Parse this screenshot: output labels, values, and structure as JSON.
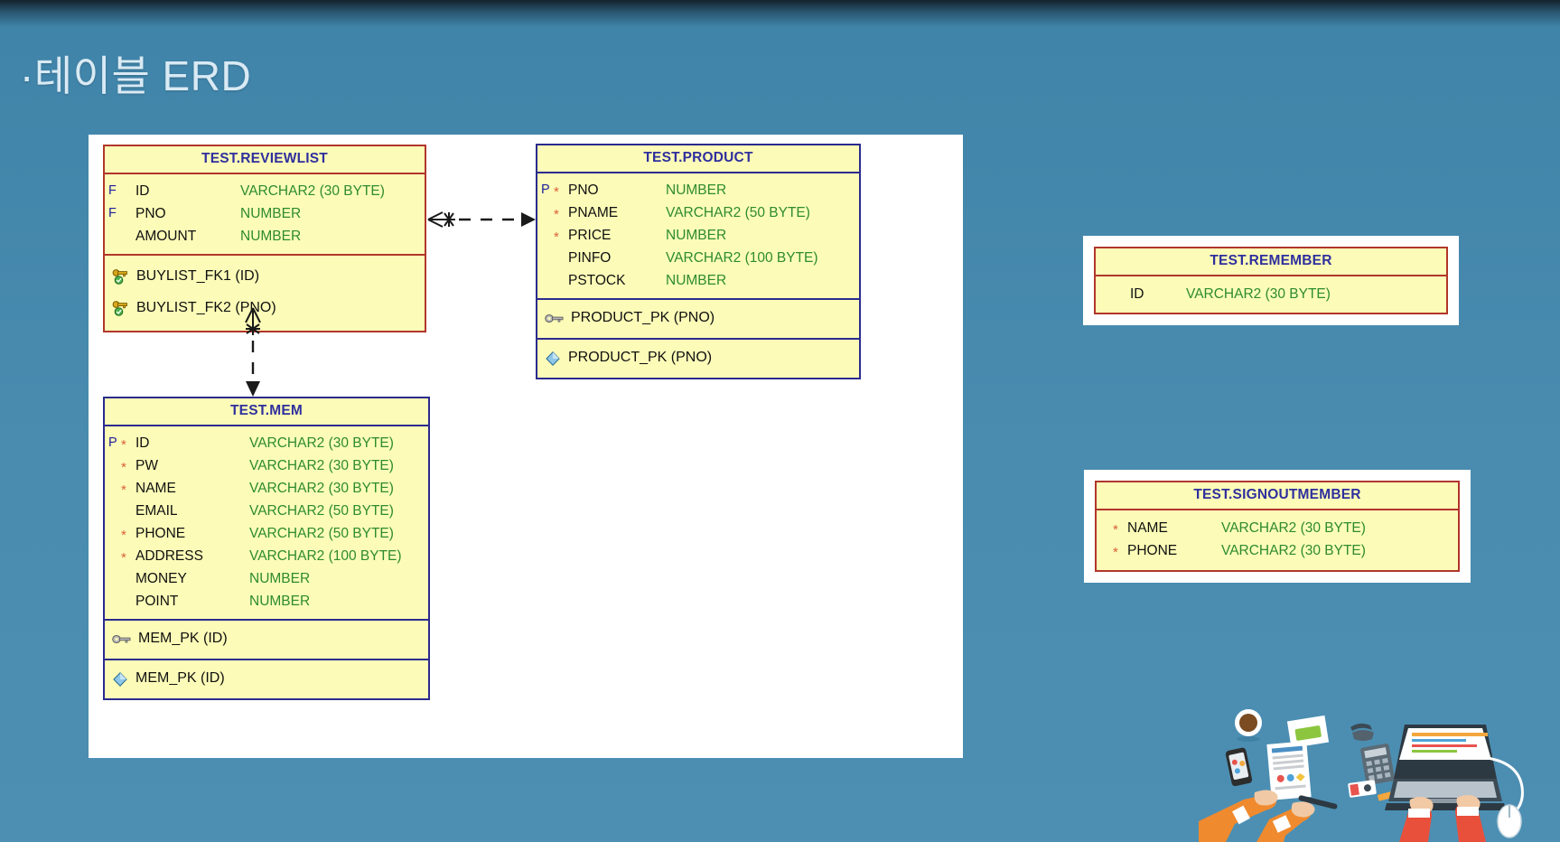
{
  "slide": {
    "title": "·테이블 ERD",
    "background_color": "#4a8cb0",
    "title_color": "#d9eaf4"
  },
  "theme": {
    "table_fill": "#fcfcb8",
    "red_border": "#b1362b",
    "blue_border": "#2b2b8f",
    "title_text": "#2f2f9e",
    "column_text": "#101010",
    "datatype_text": "#2e8b2e",
    "required_star": "#d9603a",
    "canvas": "#ffffff"
  },
  "erd": {
    "tables": [
      {
        "id": "reviewlist",
        "name": "TEST.REVIEWLIST",
        "border": "red",
        "columns": [
          {
            "key": "F",
            "star": "",
            "name": "ID",
            "type": "VARCHAR2 (30 BYTE)"
          },
          {
            "key": "F",
            "star": "",
            "name": "PNO",
            "type": "NUMBER"
          },
          {
            "key": "",
            "star": "",
            "name": "AMOUNT",
            "type": "NUMBER"
          }
        ],
        "constraints": [
          {
            "icon": "foreign-key-icon",
            "label": "BUYLIST_FK1 (ID)"
          },
          {
            "icon": "foreign-key-icon",
            "label": "BUYLIST_FK2 (PNO)"
          }
        ]
      },
      {
        "id": "product",
        "name": "TEST.PRODUCT",
        "border": "blue",
        "columns": [
          {
            "key": "P",
            "star": "*",
            "name": "PNO",
            "type": "NUMBER"
          },
          {
            "key": "",
            "star": "*",
            "name": "PNAME",
            "type": "VARCHAR2 (50 BYTE)"
          },
          {
            "key": "",
            "star": "*",
            "name": "PRICE",
            "type": "NUMBER"
          },
          {
            "key": "",
            "star": "",
            "name": "PINFO",
            "type": "VARCHAR2 (100 BYTE)"
          },
          {
            "key": "",
            "star": "",
            "name": "PSTOCK",
            "type": "NUMBER"
          }
        ],
        "constraints": [
          {
            "icon": "primary-key-icon",
            "label": "PRODUCT_PK (PNO)"
          },
          {
            "icon": "index-diamond-icon",
            "label": "PRODUCT_PK (PNO)"
          }
        ]
      },
      {
        "id": "mem",
        "name": "TEST.MEM",
        "border": "blue",
        "columns": [
          {
            "key": "P",
            "star": "*",
            "name": "ID",
            "type": "VARCHAR2 (30 BYTE)"
          },
          {
            "key": "",
            "star": "*",
            "name": "PW",
            "type": "VARCHAR2 (30 BYTE)"
          },
          {
            "key": "",
            "star": "*",
            "name": "NAME",
            "type": "VARCHAR2 (30 BYTE)"
          },
          {
            "key": "",
            "star": "",
            "name": "EMAIL",
            "type": "VARCHAR2 (50 BYTE)"
          },
          {
            "key": "",
            "star": "*",
            "name": "PHONE",
            "type": "VARCHAR2 (50 BYTE)"
          },
          {
            "key": "",
            "star": "*",
            "name": "ADDRESS",
            "type": "VARCHAR2 (100 BYTE)"
          },
          {
            "key": "",
            "star": "",
            "name": "MONEY",
            "type": "NUMBER"
          },
          {
            "key": "",
            "star": "",
            "name": "POINT",
            "type": "NUMBER"
          }
        ],
        "constraints": [
          {
            "icon": "primary-key-icon",
            "label": "MEM_PK (ID)"
          },
          {
            "icon": "index-diamond-icon",
            "label": "MEM_PK (ID)"
          }
        ]
      }
    ],
    "relationships": [
      {
        "id": "reviewlist-to-product",
        "from": "reviewlist",
        "to": "product",
        "notation": "crows-foot",
        "style": "dashed"
      },
      {
        "id": "reviewlist-to-mem",
        "from": "reviewlist",
        "to": "mem",
        "notation": "crows-foot",
        "style": "dashed"
      }
    ]
  },
  "standalone_tables": [
    {
      "id": "remember",
      "name": "TEST.REMEMBER",
      "border": "red",
      "columns": [
        {
          "key": "",
          "star": "",
          "name": "ID",
          "type": "VARCHAR2 (30 BYTE)"
        }
      ],
      "constraints": []
    },
    {
      "id": "signoutmember",
      "name": "TEST.SIGNOUTMEMBER",
      "border": "red",
      "columns": [
        {
          "key": "",
          "star": "*",
          "name": "NAME",
          "type": "VARCHAR2 (30 BYTE)"
        },
        {
          "key": "",
          "star": "*",
          "name": "PHONE",
          "type": "VARCHAR2 (30 BYTE)"
        }
      ],
      "constraints": []
    }
  ],
  "decoration": {
    "illustration_name": "desk-workspace-illustration"
  }
}
